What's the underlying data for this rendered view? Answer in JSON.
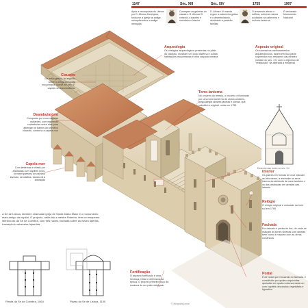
{
  "timeline": [
    {
      "year": "1147",
      "text": "Após a reconquista de Lisboa por D. Afonso Henriques, funda-se a igreja na antiga mesquita sobre a antiga mesquita"
    },
    {
      "year": "Séc. XIII",
      "text": "Começam as galerias do claustro. D. Afonso III constrói o claustro e remodela o interior"
    },
    {
      "year": "Séc. XIV",
      "text": "D. Afonso IV manda erguer a cabeceira gótica e o deambulatório, destinado a panteão familiar"
    },
    {
      "year": "1755",
      "text": "O terramoto afecta o edifício, sofrendo danos avultados na cabeceira e na torre-lanterna"
    },
    {
      "year": "1907",
      "text": "É declarada Monumento Nacional"
    }
  ],
  "annotations": {
    "claustro": {
      "title": "Claustro",
      "text": "De estilo gótico, foi erguido sobre a antiga mesquita muçulmana. Acede-se pelo 1º capela do deambulatório"
    },
    "deambulatorio": {
      "title": "Deambulatório",
      "text": "Composto por nove capelas radiantes, com espessas contrafortes entre elas para albergar os tramos do primitivo claustro, contorna a capela-mor"
    },
    "capela_mor": {
      "title": "Capela-mor",
      "text": "Com lanternas e vitrais por abóbadas com capiteis ricos, formam pareceu de calcário lavrado, cenotáfios, dando vã a adoração"
    },
    "arqueologia": {
      "title": "Arqueologia",
      "text": "Os vestígios arqueológicos presentes no pátio do claustro, mostram um poço cisterna e outras habitações muçulmanas e uma calçada romana"
    },
    "aspecto_original": {
      "title": "Aspecto original",
      "text": "Os sucessivos melhoramentos arquitectónicos, fazem em boa parte suprimidos nos restauros da primeira metade do séc. XX, com o objectivo de \"restituição\" da alterada a medieval"
    },
    "torre_lanterna": {
      "title": "Torre-lanterna",
      "text": "No cruzeiro do templo, o cruzeiro é iluminado por uma torre-lanterna de vários andares, longo alegar através janelas e portas, que substitui a original, ruída em 1755"
    },
    "interior": {
      "title": "Interior",
      "text": "Os pilares em formas de cruz marcam as três naves, a assinalar os seus tramos da abóboda de nave também e os das abóbadas em arestas das laterais"
    },
    "relogio": {
      "title": "Relógio",
      "text": "O relógio original é colocado na torre sul em 1780"
    },
    "fachada": {
      "title": "Fachada",
      "text": "Em calcário e pedra de lioz, de onde se realçam as torres sineiras com ameias bem como a rosácea com as obras românicas"
    },
    "fortificacao": {
      "title": "Fortificação",
      "text": "O aspecto fortificado é uma herança militar e defensiva da época. O próprio primeiro troço da rosácea de um pátio delegado"
    },
    "portal": {
      "title": "Portal",
      "text": "É de notar que recuando no fachada, é constituído por quatro arquivoltas apoiadas em quatro colunas cada um com capitéis decorados vegetalista e figurativo"
    }
  },
  "intro": "A Sé de Lisboa, também chamada Igreja de Santa Maria Maior é o monumento mais antigo da capital. O projecto, atribuído a mestre Roberto, tem um esquema idêntico ao da Sé de Coimbra, com três naves, fachada sobre as naves laterais, transepto e cabeceira tripartida",
  "plans": [
    {
      "caption": "Planta da Sé de Coimbra, 1064"
    },
    {
      "caption": "Planta da Sé de Lisboa, 1150"
    }
  ],
  "engraving_caption": "Desenho das torres no séc. XII",
  "credit": "© Infografia jornal",
  "colors": {
    "accent": "#c63a2c",
    "roof": "#c9855b",
    "stone": "#e8dcc4",
    "stone_dark": "#c4b394",
    "shadow": "#9e8d72"
  }
}
